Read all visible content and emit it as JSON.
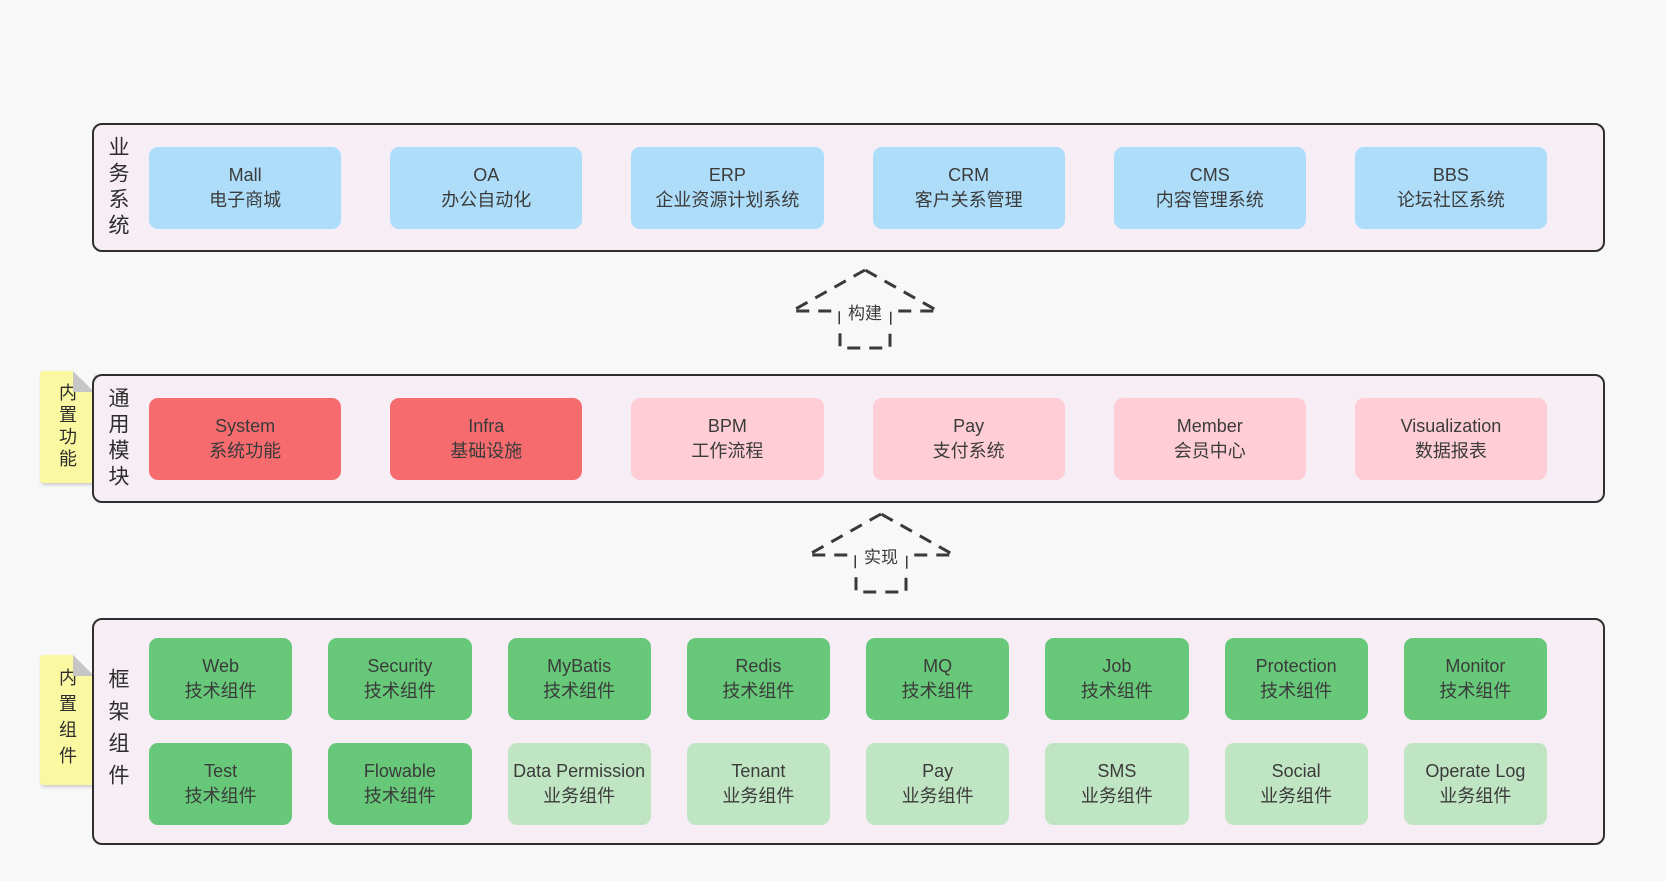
{
  "colors": {
    "page_bg": "#f8f8f8",
    "container_bg": "#f7edf5",
    "container_border": "#2f2f2f",
    "business_box": "#aeddfa",
    "core_module_box": "#f56b6e",
    "optional_module_box": "#fecdd6",
    "tech_component_box": "#66c878",
    "biz_component_box": "#c0e5c3",
    "sticky_note": "#fbf8a2",
    "note_fold": "#c6c6c6",
    "text": "#3b3b3b"
  },
  "arrows": {
    "build": "构建",
    "implement": "实现"
  },
  "layers": {
    "business": {
      "label": "业务系统",
      "boxes": [
        {
          "name": "Mall",
          "desc": "电子商城"
        },
        {
          "name": "OA",
          "desc": "办公自动化"
        },
        {
          "name": "ERP",
          "desc": "企业资源计划系统"
        },
        {
          "name": "CRM",
          "desc": "客户关系管理"
        },
        {
          "name": "CMS",
          "desc": "内容管理系统"
        },
        {
          "name": "BBS",
          "desc": "论坛社区系统"
        }
      ]
    },
    "modules": {
      "label": "通用模块",
      "note": "内置功能",
      "boxes": [
        {
          "name": "System",
          "desc": "系统功能",
          "variant": "red"
        },
        {
          "name": "Infra",
          "desc": "基础设施",
          "variant": "red"
        },
        {
          "name": "BPM",
          "desc": "工作流程",
          "variant": "pink"
        },
        {
          "name": "Pay",
          "desc": "支付系统",
          "variant": "pink"
        },
        {
          "name": "Member",
          "desc": "会员中心",
          "variant": "pink"
        },
        {
          "name": "Visualization",
          "desc": "数据报表",
          "variant": "pink"
        }
      ]
    },
    "components": {
      "label": "框架组件",
      "note": "内置组件",
      "row1": [
        {
          "name": "Web",
          "desc": "技术组件",
          "variant": "green-dark"
        },
        {
          "name": "Security",
          "desc": "技术组件",
          "variant": "green-dark"
        },
        {
          "name": "MyBatis",
          "desc": "技术组件",
          "variant": "green-dark"
        },
        {
          "name": "Redis",
          "desc": "技术组件",
          "variant": "green-dark"
        },
        {
          "name": "MQ",
          "desc": "技术组件",
          "variant": "green-dark"
        },
        {
          "name": "Job",
          "desc": "技术组件",
          "variant": "green-dark"
        },
        {
          "name": "Protection",
          "desc": "技术组件",
          "variant": "green-dark"
        },
        {
          "name": "Monitor",
          "desc": "技术组件",
          "variant": "green-dark"
        }
      ],
      "row2": [
        {
          "name": "Test",
          "desc": "技术组件",
          "variant": "green-dark"
        },
        {
          "name": "Flowable",
          "desc": "技术组件",
          "variant": "green-dark"
        },
        {
          "name": "Data Permission",
          "desc": "业务组件",
          "variant": "green-light"
        },
        {
          "name": "Tenant",
          "desc": "业务组件",
          "variant": "green-light"
        },
        {
          "name": "Pay",
          "desc": "业务组件",
          "variant": "green-light"
        },
        {
          "name": "SMS",
          "desc": "业务组件",
          "variant": "green-light"
        },
        {
          "name": "Social",
          "desc": "业务组件",
          "variant": "green-light"
        },
        {
          "name": "Operate Log",
          "desc": "业务组件",
          "variant": "green-light"
        }
      ]
    }
  }
}
